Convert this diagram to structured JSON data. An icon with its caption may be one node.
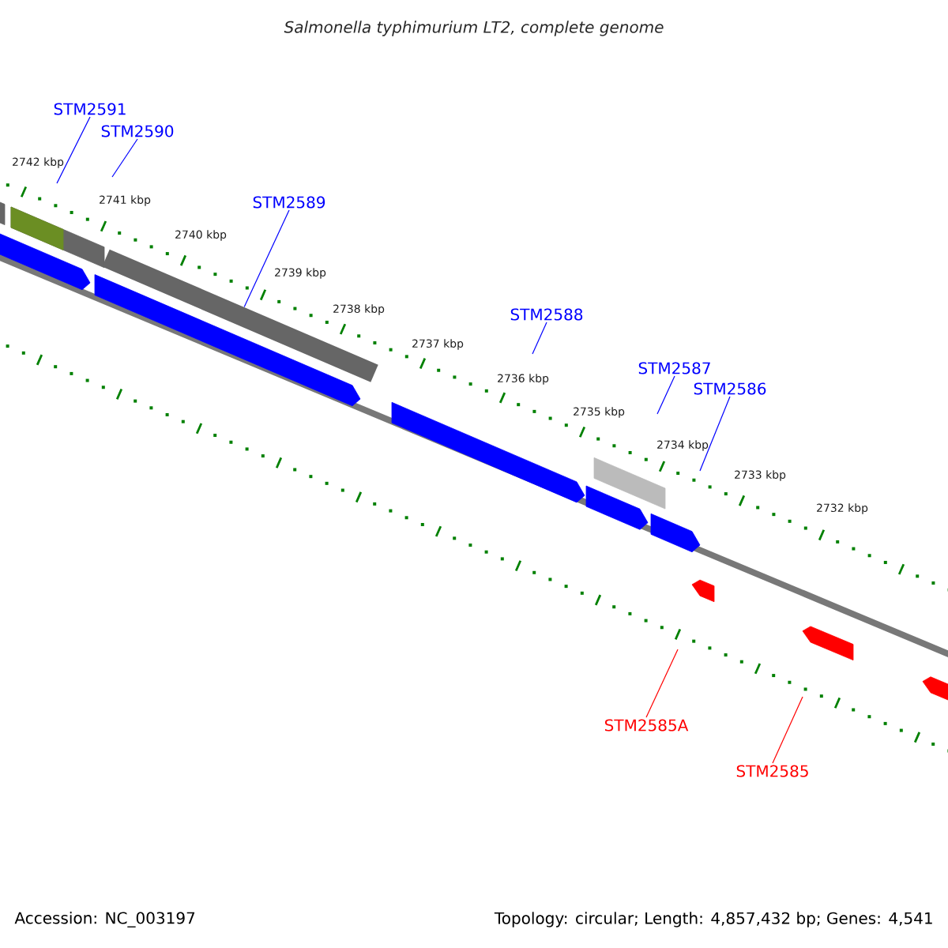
{
  "diagram": {
    "title": "Salmonella typhimurium LT2, complete genome",
    "nodes": [
      {
        "text": [
          "STM2591"
        ]
      },
      {
        "text": [
          "STM2590"
        ]
      },
      {
        "text": [
          "STM2589"
        ]
      },
      {
        "text": [
          "STM2588"
        ]
      },
      {
        "text": [
          "STM2587"
        ]
      },
      {
        "text": [
          "STM2586"
        ]
      },
      {
        "text": [
          "STM2585A"
        ]
      },
      {
        "text": [
          "STM2585"
        ]
      },
      {
        "text": [],
        "shape": "bar"
      }
    ],
    "edges": [
      {
        "from": 0,
        "to": null,
        "arrow": "none"
      },
      {
        "from": 1,
        "to": null,
        "arrow": "none"
      },
      {
        "from": 2,
        "to": 8,
        "arrow": "none"
      },
      {
        "from": 3,
        "to": null,
        "arrow": "none"
      },
      {
        "from": 4,
        "to": null,
        "arrow": "none"
      },
      {
        "from": 5,
        "to": null,
        "arrow": "none"
      },
      {
        "from": 6,
        "to": null,
        "arrow": "none",
        "color": "#ff0000"
      },
      {
        "from": 7,
        "to": null,
        "arrow": "none",
        "color": "#ff0000"
      }
    ],
    "labels": [
      "2742 kbp",
      "2741 kbp",
      "2740 kbp",
      "2739 kbp",
      "2738 kbp",
      "2737 kbp",
      "2736 kbp",
      "2735 kbp",
      "2734 kbp",
      "2733 kbp",
      "2732 kbp",
      "Accession: NC_003197",
      "Topology: circular; Length: 4,857,432 bp; Genes: 4,541"
    ]
  }
}
